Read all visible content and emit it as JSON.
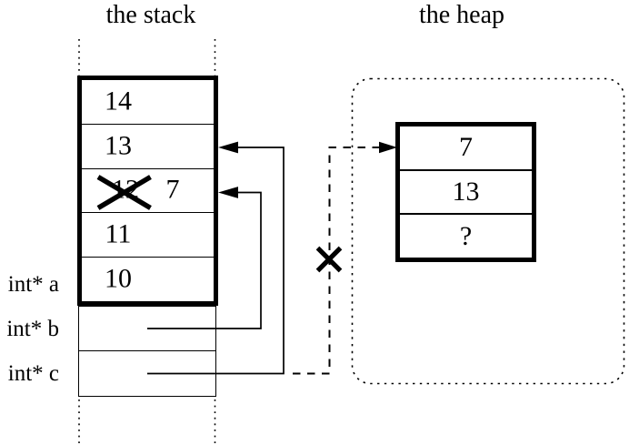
{
  "diagram": {
    "stack": {
      "title": "the stack",
      "cells": [
        {
          "value": "14"
        },
        {
          "value": "13"
        },
        {
          "old_value": "12",
          "new_value": "7",
          "crossed_out": true
        },
        {
          "value": "11"
        },
        {
          "value": "10"
        }
      ]
    },
    "heap": {
      "title": "the heap",
      "cells": [
        {
          "value": "7"
        },
        {
          "value": "13"
        },
        {
          "value": "?"
        }
      ]
    },
    "pointer_labels": {
      "a": "int* a",
      "b": "int* b",
      "c": "int* c"
    },
    "pointers": {
      "b_target": "stack cell 12 (now 7)",
      "c_target": "stack cell 13",
      "dangling_target": "heap block (crossed out)"
    },
    "colors": {
      "ink": "#000000",
      "background": "#ffffff"
    }
  }
}
